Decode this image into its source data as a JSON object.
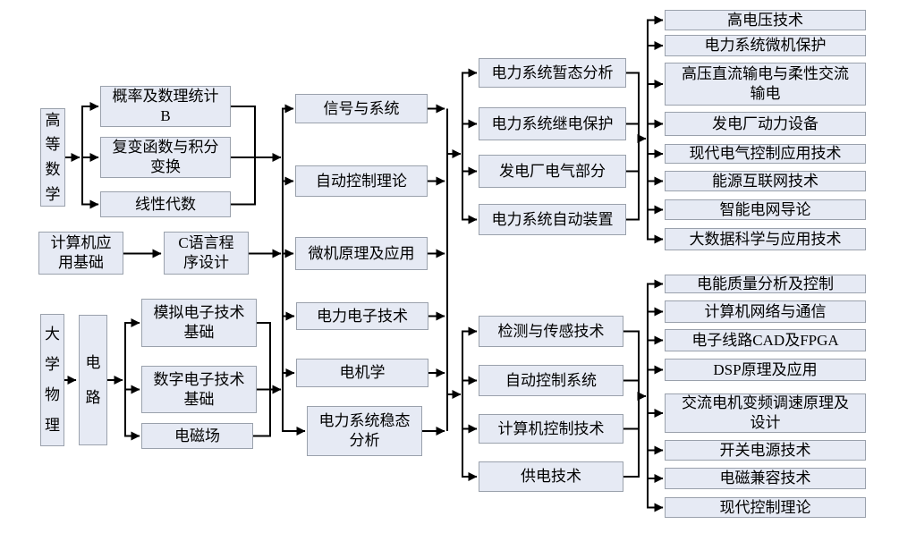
{
  "colors": {
    "box_fill": "#e6eaf4",
    "box_border": "#9aa1ac",
    "line": "#000000",
    "background": "#ffffff"
  },
  "nodes": {
    "advanced_math": "高\n等\n数\n学",
    "probability": "概率及数理统计\nB",
    "complex_functions": "复变函数与积分\n变换",
    "linear_algebra": "线性代数",
    "computer_basics": "计算机应\n用基础",
    "c_programming": "C语言程\n序设计",
    "college_physics": "大\n学\n物\n理",
    "circuits": "电\n路",
    "analog_electronics": "模拟电子技术\n基础",
    "digital_electronics": "数字电子技术\n基础",
    "electromagnetic_field": "电磁场",
    "signals_systems": "信号与系统",
    "auto_control_theory": "自动控制理论",
    "microcomputer": "微机原理及应用",
    "power_electronics": "电力电子技术",
    "electric_machinery": "电机学",
    "power_steady_state": "电力系统稳态\n分析",
    "power_transient": "电力系统暂态分析",
    "relay_protection": "电力系统继电保护",
    "power_plant_electrical": "发电厂电气部分",
    "power_auto_devices": "电力系统自动装置",
    "detection_sensing": "检测与传感技术",
    "auto_control_systems": "自动控制系统",
    "computer_control": "计算机控制技术",
    "power_supply": "供电技术",
    "high_voltage": "高电压技术",
    "microcomputer_protection": "电力系统微机保护",
    "hvdc": "高压直流输电与柔性交流\n输电",
    "power_plant_equipment": "发电厂动力设备",
    "modern_electrical_control": "现代电气控制应用技术",
    "energy_internet": "能源互联网技术",
    "smart_grid": "智能电网导论",
    "big_data": "大数据科学与应用技术",
    "power_quality": "电能质量分析及控制",
    "computer_networks": "计算机网络与通信",
    "electronic_cad": "电子线路CAD及FPGA",
    "dsp": "DSP原理及应用",
    "ac_motor_drive": "交流电机变频调速原理及\n设计",
    "switching_power": "开关电源技术",
    "emc": "电磁兼容技术",
    "modern_control": "现代控制理论"
  },
  "edges": [
    {
      "from": [
        "advanced_math"
      ],
      "to": [
        "probability",
        "complex_functions",
        "linear_algebra"
      ]
    },
    {
      "from": [
        "computer_basics"
      ],
      "to": [
        "c_programming"
      ]
    },
    {
      "from": [
        "college_physics"
      ],
      "to": [
        "circuits"
      ]
    },
    {
      "from": [
        "circuits"
      ],
      "to": [
        "analog_electronics",
        "digital_electronics",
        "electromagnetic_field"
      ]
    },
    {
      "from": [
        "probability",
        "complex_functions",
        "linear_algebra",
        "c_programming",
        "analog_electronics",
        "digital_electronics",
        "electromagnetic_field"
      ],
      "to": [
        "signals_systems",
        "auto_control_theory",
        "microcomputer",
        "power_electronics",
        "electric_machinery",
        "power_steady_state"
      ]
    },
    {
      "from": [
        "signals_systems",
        "auto_control_theory",
        "microcomputer",
        "power_electronics",
        "electric_machinery",
        "power_steady_state"
      ],
      "to": [
        "power_transient",
        "relay_protection",
        "power_plant_electrical",
        "power_auto_devices",
        "detection_sensing",
        "auto_control_systems",
        "computer_control",
        "power_supply"
      ]
    },
    {
      "from": [
        "power_transient",
        "relay_protection",
        "power_plant_electrical",
        "power_auto_devices"
      ],
      "to": [
        "high_voltage",
        "microcomputer_protection",
        "hvdc",
        "power_plant_equipment",
        "modern_electrical_control",
        "energy_internet",
        "smart_grid",
        "big_data"
      ]
    },
    {
      "from": [
        "detection_sensing",
        "auto_control_systems",
        "computer_control",
        "power_supply"
      ],
      "to": [
        "power_quality",
        "computer_networks",
        "electronic_cad",
        "dsp",
        "ac_motor_drive",
        "switching_power",
        "emc",
        "modern_control"
      ]
    }
  ]
}
